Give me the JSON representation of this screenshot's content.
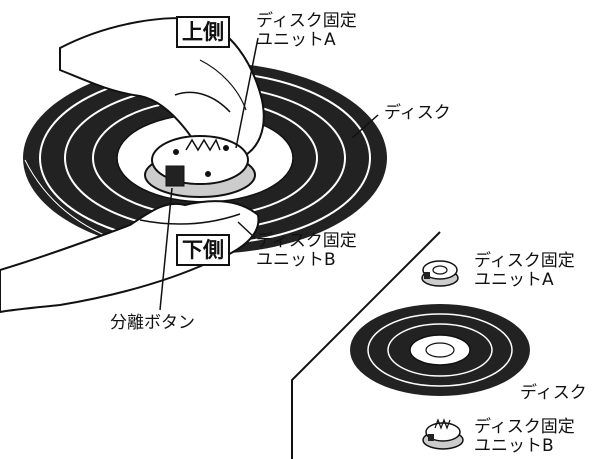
{
  "labels": {
    "upper_side": "上側",
    "lower_side": "下側",
    "unit_a_line1": "ディスク固定",
    "unit_a_line2": "ユニットA",
    "disc_top": "ディスク",
    "unit_b_line1": "ディスク固定",
    "unit_b_line2": "ユニットB",
    "release_button": "分離ボタン",
    "inset_unit_a_line1": "ディスク固定",
    "inset_unit_a_line2": "ユニットA",
    "inset_disc": "ディスク",
    "inset_unit_b_line1": "ディスク固定",
    "inset_unit_b_line2": "ユニットB"
  }
}
